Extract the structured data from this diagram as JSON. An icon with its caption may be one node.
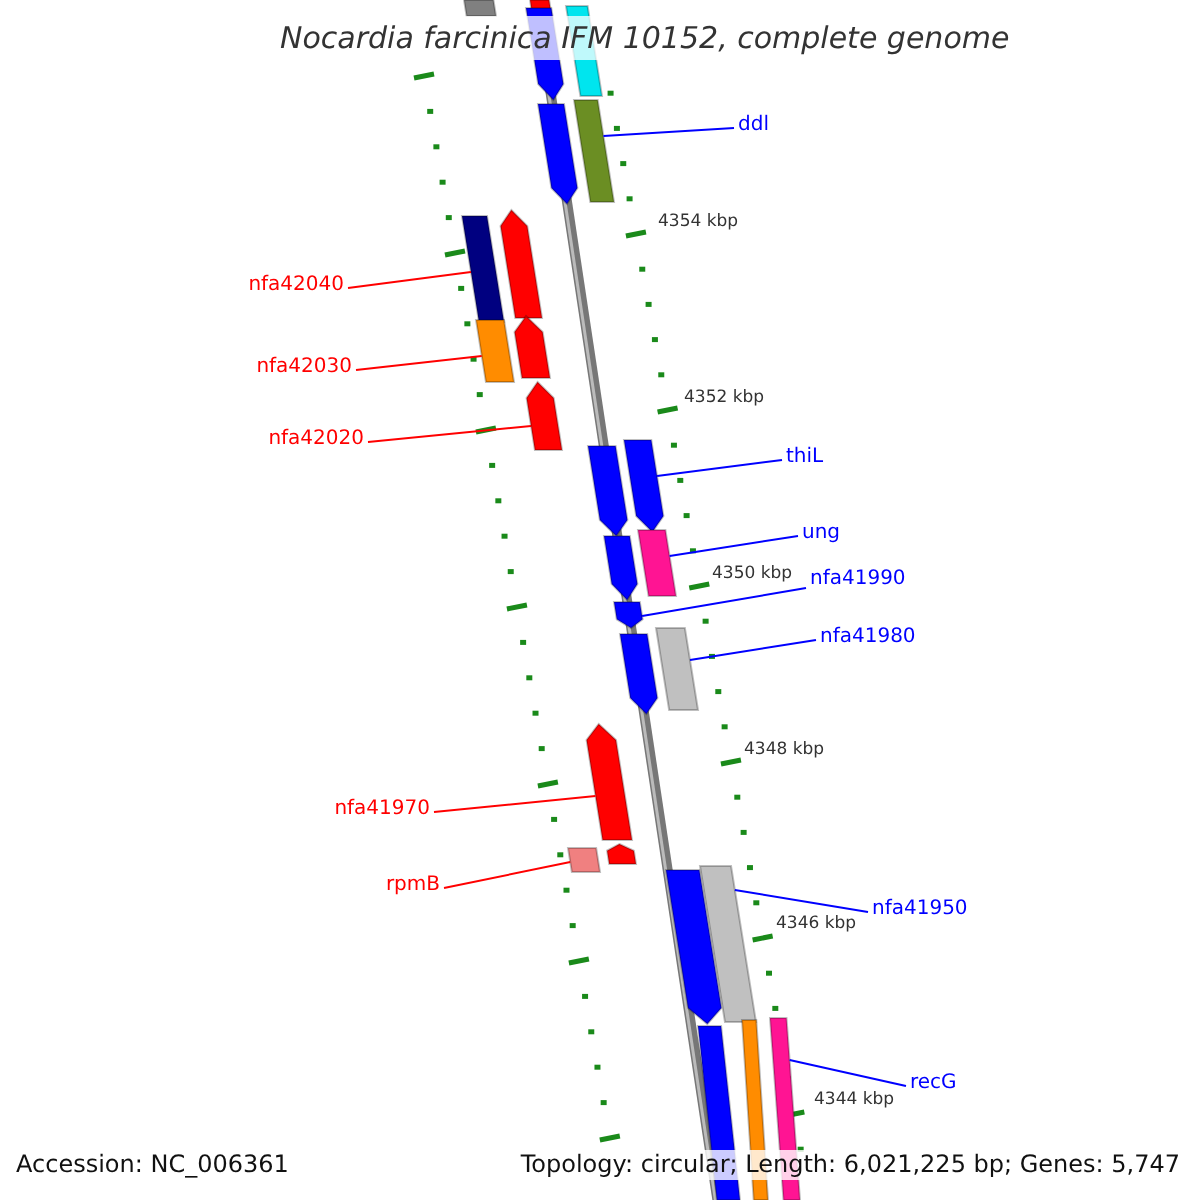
{
  "diagram": {
    "title": "Nocardia farcinica IFM 10152, complete genome",
    "nodes": [
      {
        "text": [
          "ddl"
        ]
      },
      {
        "text": [
          "nfa42040"
        ]
      },
      {
        "text": [
          "nfa42030"
        ]
      },
      {
        "text": [
          "nfa42020"
        ]
      },
      {
        "text": [
          "thiL"
        ]
      },
      {
        "text": [
          "ung"
        ]
      },
      {
        "text": [
          "nfa41990"
        ]
      },
      {
        "text": [
          "nfa41980"
        ]
      },
      {
        "text": [
          "nfa41970"
        ]
      },
      {
        "text": [
          "rpmB"
        ]
      },
      {
        "text": [
          "nfa41950"
        ]
      },
      {
        "text": [
          "recG"
        ]
      },
      {
        "text": [],
        "shape": "box"
      },
      {
        "text": [],
        "shape": "box"
      },
      {
        "text": [],
        "shape": "pentagon"
      },
      {
        "text": [],
        "shape": "box"
      },
      {
        "text": [],
        "shape": "pentagon"
      },
      {
        "text": [],
        "shape": "box"
      },
      {
        "text": [],
        "shape": "box"
      },
      {
        "text": [],
        "shape": "pentagon"
      },
      {
        "text": [],
        "shape": "box"
      },
      {
        "text": [],
        "shape": "pentagon"
      },
      {
        "text": [],
        "shape": "pentagon"
      },
      {
        "text": [],
        "shape": "pentagon"
      },
      {
        "text": [],
        "shape": "pentagon"
      },
      {
        "text": [],
        "shape": "pentagon"
      },
      {
        "text": [],
        "shape": "box"
      },
      {
        "text": [],
        "shape": "pentagon"
      },
      {
        "text": [],
        "shape": "pentagon"
      },
      {
        "text": [],
        "shape": "box"
      },
      {
        "text": [],
        "shape": "pentagon"
      },
      {
        "text": [],
        "shape": "box"
      },
      {
        "text": [],
        "shape": "pentagon"
      },
      {
        "text": [],
        "shape": "pentagon"
      },
      {
        "text": [],
        "shape": "box"
      },
      {
        "text": [],
        "shape": "box"
      },
      {
        "text": [],
        "shape": "box"
      },
      {
        "text": [],
        "shape": "box"
      }
    ],
    "edges": [
      {
        "from": 0,
        "to": 17,
        "arrow": "none"
      },
      {
        "from": 1,
        "to": 18,
        "arrow": "none",
        "color": "#ff0000"
      },
      {
        "from": 2,
        "to": 20,
        "arrow": "none",
        "color": "#ff0000"
      },
      {
        "from": 3,
        "to": 22,
        "arrow": "none",
        "color": "#ff0000"
      },
      {
        "from": 4,
        "to": 24,
        "arrow": "none"
      },
      {
        "from": 5,
        "to": 26,
        "arrow": "none"
      },
      {
        "from": 6,
        "to": 27,
        "arrow": "none"
      },
      {
        "from": 7,
        "to": 29,
        "arrow": "none"
      },
      {
        "from": 8,
        "to": 30,
        "arrow": "none",
        "color": "#ff0000"
      },
      {
        "from": 9,
        "to": 31,
        "arrow": "none",
        "color": "#ff0000"
      },
      {
        "from": 10,
        "to": 34,
        "arrow": "none"
      },
      {
        "from": 11,
        "to": 37,
        "arrow": "none"
      }
    ],
    "labels": [
      "4354 kbp",
      "4352 kbp",
      "4350 kbp",
      "4348 kbp",
      "4346 kbp",
      "4344 kbp",
      "Accession: NC_006361",
      "Topology: circular; Length: 6,021,225 bp; Genes: 5,747"
    ]
  }
}
